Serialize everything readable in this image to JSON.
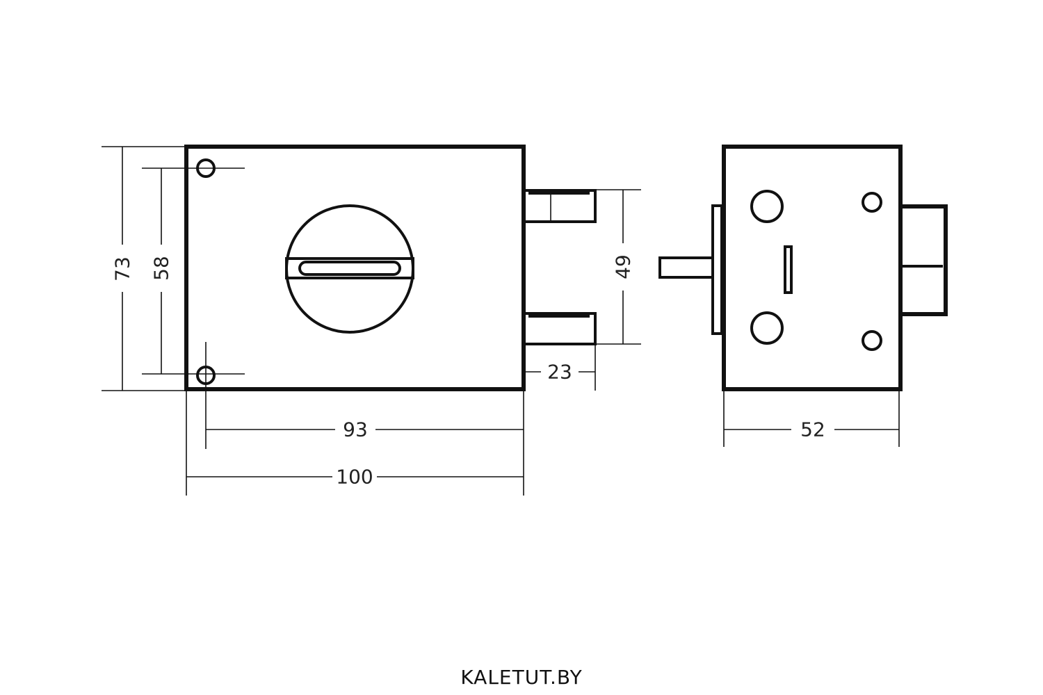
{
  "dimensions": {
    "height_overall": "73",
    "height_holes": "58",
    "bolt_span": "49",
    "bolt_projection": "23",
    "width_holes": "93",
    "width_overall": "100",
    "depth": "52"
  },
  "watermark": "KALETUT.BY",
  "colors": {
    "line": "#111111",
    "text": "#222222",
    "background": "#ffffff"
  }
}
